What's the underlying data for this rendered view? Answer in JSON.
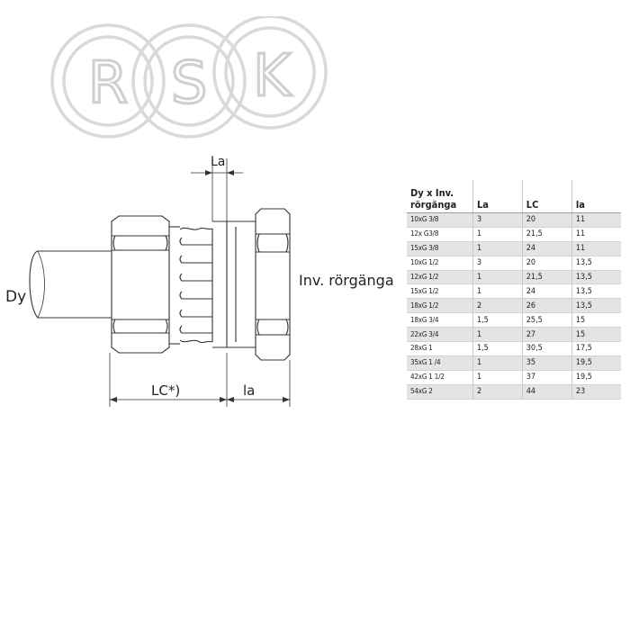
{
  "logo": {
    "letters": [
      "R",
      "S",
      "K"
    ],
    "ring_color": "#d9d9d9"
  },
  "drawing": {
    "label_la": "La",
    "label_dy": "Dy",
    "label_inv": "Inv. rörgänga",
    "label_lc": "LC*)",
    "label_ia": "la"
  },
  "table": {
    "headers": [
      "Dy x Inv. rörgänga",
      "La",
      "LC",
      "la"
    ],
    "rows": [
      [
        "10xG 3/8",
        "3",
        "20",
        "11"
      ],
      [
        "12x G3/8",
        "1",
        "21,5",
        "11"
      ],
      [
        "15xG 3/8",
        "1",
        "24",
        "11"
      ],
      [
        "10xG 1/2",
        "3",
        "20",
        "13,5"
      ],
      [
        "12xG 1/2",
        "1",
        "21,5",
        "13,5"
      ],
      [
        "15xG 1/2",
        "1",
        "24",
        "13,5"
      ],
      [
        "18xG 1/2",
        "2",
        "26",
        "13,5"
      ],
      [
        "18xG 3/4",
        "1,5",
        "25,5",
        "15"
      ],
      [
        "22xG 3/4",
        "1",
        "27",
        "15"
      ],
      [
        "28xG 1",
        "1,5",
        "30,5",
        "17,5"
      ],
      [
        "35xG 1 /4",
        "1",
        "35",
        "19,5"
      ],
      [
        "42xG 1 1/2",
        "1",
        "37",
        "19,5"
      ],
      [
        "54xG 2",
        "2",
        "44",
        "23"
      ]
    ],
    "stripe_color": "#e4e4e4"
  }
}
